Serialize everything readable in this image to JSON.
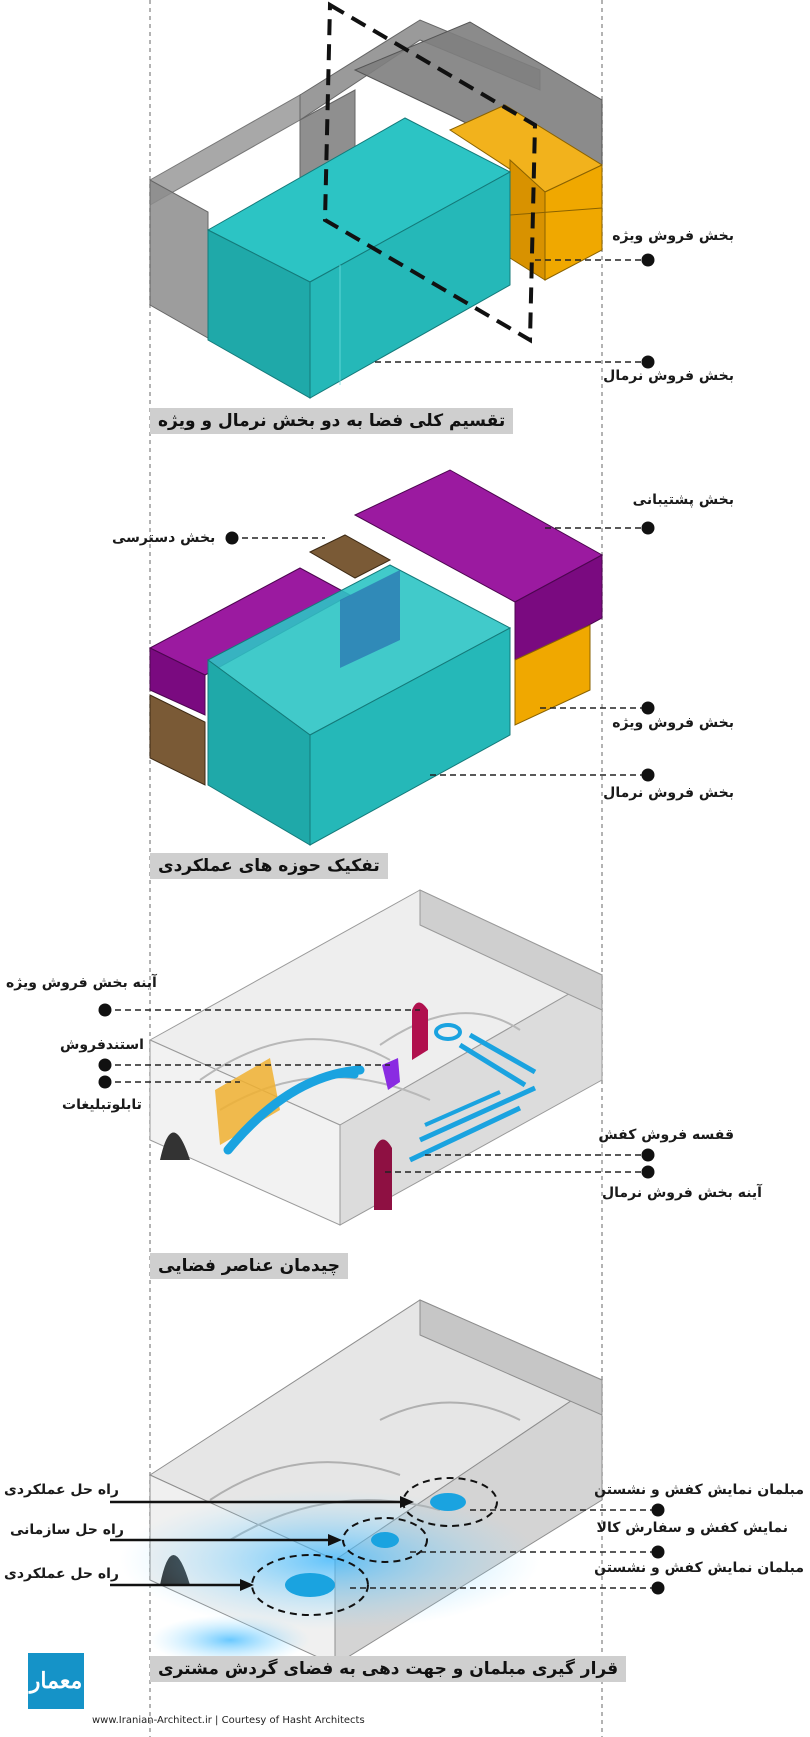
{
  "panel1": {
    "caption": "تقسیم کلی فضا به دو بخش نرمال و ویژه",
    "labels": {
      "special": "بخش فروش ویژه",
      "normal": "بخش فروش نرمال"
    }
  },
  "panel2": {
    "caption": "تفکیک حوزه های عملکردی",
    "labels": {
      "support": "بخش پشتیبانی",
      "access": "بخش دسترسی",
      "special": "بخش فروش ویژه",
      "normal": "بخش فروش نرمال"
    }
  },
  "panel3": {
    "caption": "چیدمان عناصر فضایی",
    "labels": {
      "mirror_special": "آینه بخش فروش ویژه",
      "stand": "استندفروش",
      "billboard": "تابلوتبلیغات",
      "shoe_shelf": "قفسه فروش کفش",
      "mirror_normal": "آینه بخش فروش نرمال"
    }
  },
  "panel4": {
    "caption": "قرار گیری مبلمان و جهت دهی به فضای گردش مشتری",
    "labels": {
      "left1": "راه حل عملکردی",
      "left2": "راه حل سازمانی",
      "left3": "راه حل عملکردی",
      "right1": "مبلمان نمایش کفش و نشستن",
      "right2": "نمایش کفش و سفارش کالا",
      "right3": "مبلمان نمایش کفش و نشستن"
    }
  },
  "footer": "www.Iranian-Architect.ir | Courtesy of Hasht Architects",
  "logo_text": "معمار",
  "colors": {
    "teal": "#25b8b8",
    "gray": "#8a8a8a",
    "orange": "#f0a800",
    "purple": "#8d0e92",
    "brown": "#7a5a36",
    "blue": "#1aa3e0",
    "magenta": "#b0104e",
    "violet": "#8a2be2"
  }
}
